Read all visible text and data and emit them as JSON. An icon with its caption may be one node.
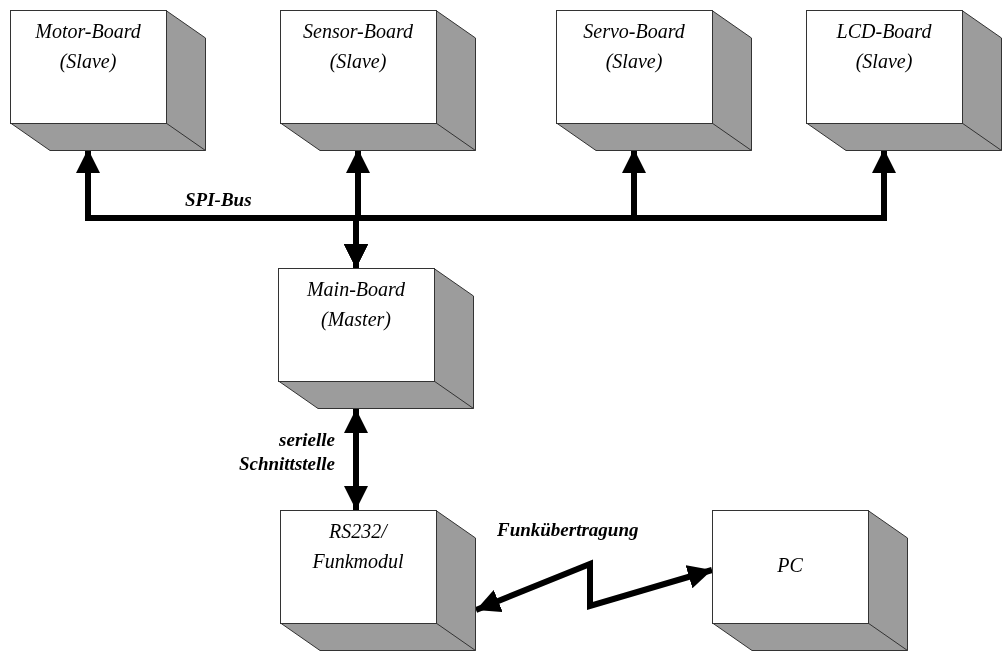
{
  "diagram": {
    "nodes": [
      {
        "text": [
          "Motor-Board (Slave)"
        ]
      },
      {
        "text": [
          "Sensor-Board (Slave)"
        ]
      },
      {
        "text": [
          "Servo-Board (Slave)"
        ]
      },
      {
        "text": [
          "LCD-Board (Slave)"
        ]
      },
      {
        "text": [
          "Main-Board (Master)"
        ]
      },
      {
        "text": [
          "RS232/ Funkmodul"
        ]
      },
      {
        "text": [
          "PC"
        ]
      }
    ],
    "edges": [
      {
        "from": 4,
        "to": 0,
        "arrow": "both"
      },
      {
        "from": 4,
        "to": 1,
        "arrow": "both"
      },
      {
        "from": 4,
        "to": 2,
        "arrow": "both"
      },
      {
        "from": 4,
        "to": 3,
        "arrow": "both"
      },
      {
        "from": 4,
        "to": 5,
        "arrow": "both",
        "label": "serielle Schnittstelle"
      },
      {
        "from": 5,
        "to": 6,
        "arrow": "both",
        "label": "Funkübertragung"
      }
    ],
    "labels": [
      "SPI-Bus"
    ]
  }
}
